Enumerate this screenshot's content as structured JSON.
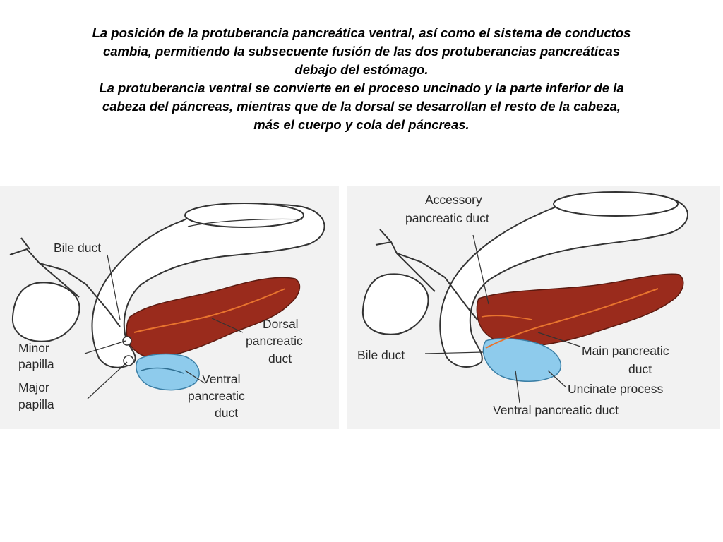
{
  "caption": {
    "line1": "La posición de la protuberancia pancreática ventral, así como el sistema de conductos",
    "line2": "cambia, permitiendo la subsecuente fusión de las dos protuberancias pancreáticas",
    "line3": "debajo del estómago.",
    "line4": "La protuberancia ventral se convierte en el proceso uncinado y la parte inferior de la",
    "line5": "cabeza del páncreas, mientras que de la dorsal se desarrollan el resto de la cabeza,",
    "line6": "más el cuerpo y cola del páncreas."
  },
  "left_panel": {
    "bile_duct": "Bile duct",
    "minor_papilla": [
      "Minor",
      "papilla"
    ],
    "major_papilla": [
      "Major",
      "papilla"
    ],
    "dorsal_duct": [
      "Dorsal",
      "pancreatic",
      "duct"
    ],
    "ventral_duct": [
      "Ventral",
      "pancreatic",
      "duct"
    ]
  },
  "right_panel": {
    "accessory_duct": [
      "Accessory",
      "pancreatic duct"
    ],
    "bile_duct": "Bile duct",
    "main_duct": [
      "Main pancreatic",
      "duct"
    ],
    "uncinate": "Uncinate process",
    "ventral_duct": "Ventral pancreatic duct"
  },
  "colors": {
    "pancreas_dorsal": "#9a2b1c",
    "pancreas_ventral": "#8ecbec",
    "duct_line": "#e8742e"
  }
}
